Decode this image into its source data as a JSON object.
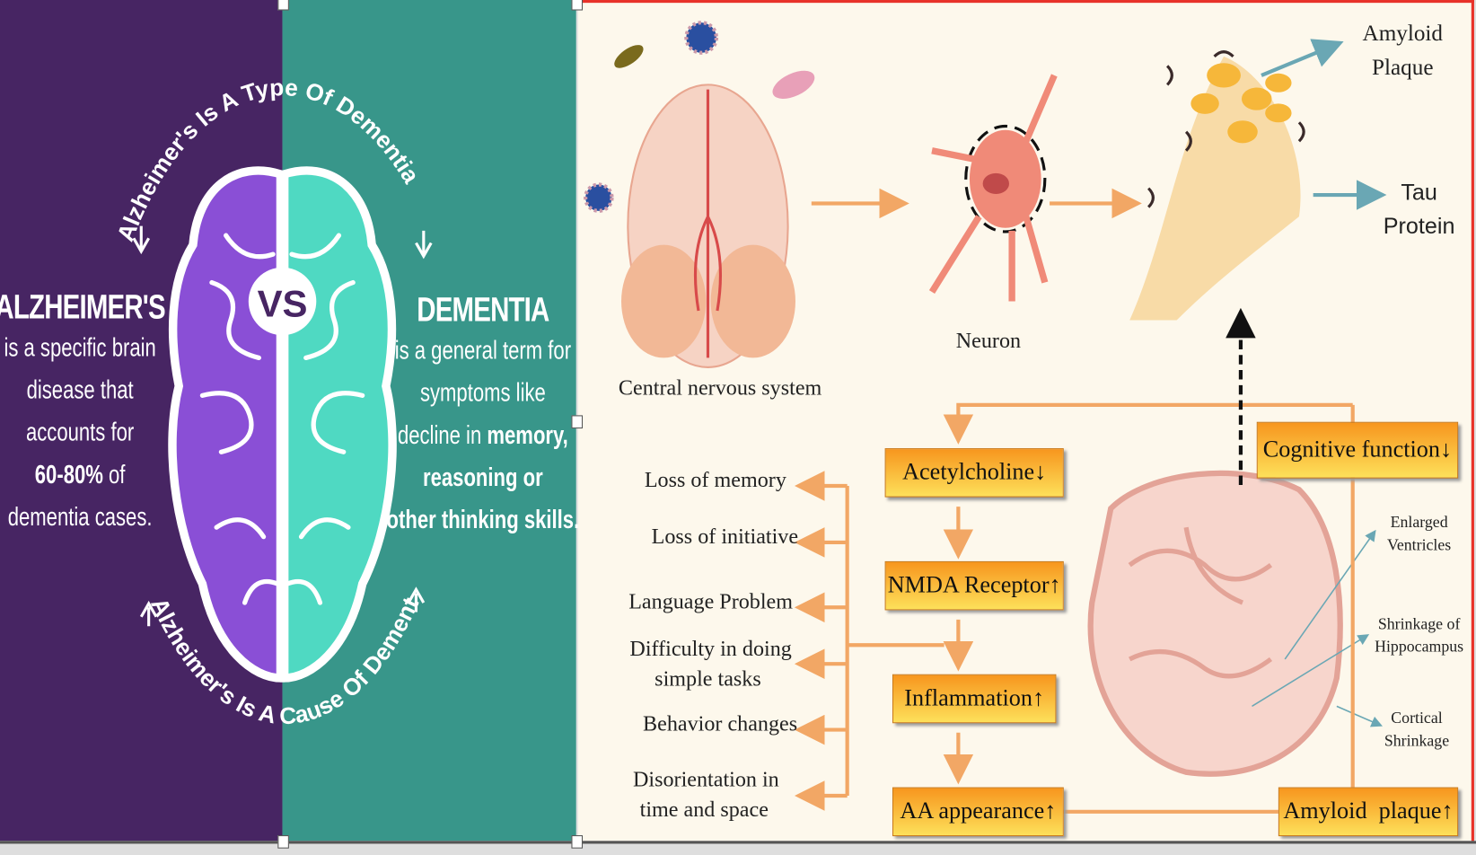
{
  "left_panel": {
    "arc_top": "Alzheimer's Is A Type Of Dementia",
    "arc_bottom": "Alzheimer's Is A Cause Of Dementia",
    "vs": "VS",
    "alzheimers": {
      "title": "ALZHEIMER'S",
      "lines": [
        "is a specific brain",
        "disease that",
        "accounts for"
      ],
      "bold_stat": "60-80%",
      "stat_suffix": " of",
      "last": "dementia cases."
    },
    "dementia": {
      "title": "DEMENTIA",
      "lines": [
        "is a general term for",
        "symptoms like"
      ],
      "decline_prefix": "decline in ",
      "decline_bold": "memory,",
      "bold_lines": [
        "reasoning or",
        "other thinking skills."
      ]
    },
    "colors": {
      "purple": "#472563",
      "teal": "#38968a",
      "brain_purple": "#8a4fd6",
      "brain_teal": "#4fd9c2"
    }
  },
  "right_panel": {
    "labels": {
      "cns": "Central nervous system",
      "neuron": "Neuron",
      "amyloid": [
        "Amyloid",
        "Plaque"
      ],
      "tau": [
        "Tau",
        "Protein"
      ]
    },
    "boxes": {
      "acetylcholine": "Acetylcholine",
      "nmda": "NMDA Receptor",
      "inflammation": "Inflammation",
      "aa": "AA appearance",
      "cognitive": "Cognitive function",
      "amyloid_plaque": "Amyloid  plaque"
    },
    "arrows": {
      "down": "↓",
      "up": "↑"
    },
    "symptoms": [
      "Loss of memory",
      "Loss of initiative",
      "Language Problem",
      "Difficulty in doing",
      "simple tasks",
      "Behavior changes",
      "Disorientation in",
      "time and space"
    ],
    "brain_labels": {
      "ventricles": [
        "Enlarged",
        "Ventricles"
      ],
      "hippocampus": [
        "Shrinkage of",
        "Hippocampus"
      ],
      "cortical": [
        "Cortical",
        "Shrinkage"
      ]
    }
  }
}
